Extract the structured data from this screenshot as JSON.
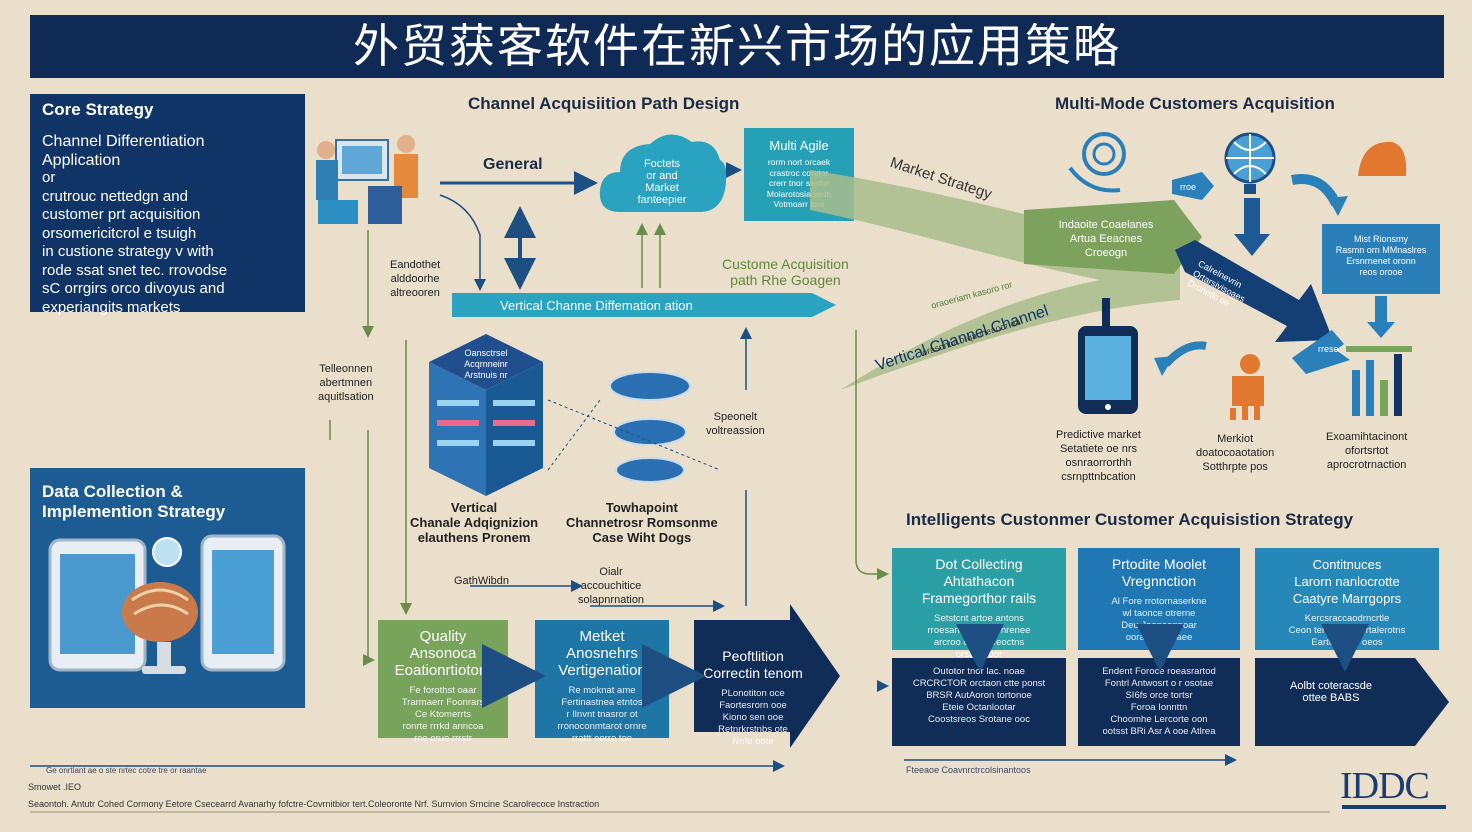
{
  "title": "外贸获客软件在新兴市场的应用策略",
  "core": {
    "heading": "Core Strategy",
    "subheading": "Channel Differentiation Application",
    "lines": [
      "or",
      "crutrouc nettedgn and",
      "customer prt acquisition",
      "orsomericitcrol e tsuigh",
      "in custione strategy v with",
      "rode ssat snet tec. rrovodse",
      "sC orrgirs orco divoyus and",
      "experiangits markets"
    ]
  },
  "data_panel": {
    "heading_1": "Data Collection &",
    "heading_2": "Implemention Strategy"
  },
  "channel": {
    "heading": "Channel Acquisiition Path Design",
    "general": "General",
    "cloud": "Foctets\nor and\nMarket\nfanteepier",
    "multi_title": "Multi Agile",
    "multi_lines": "rorm nort orcaek\ncrastroc coretor\ncrerr tnor sestor\nMolarotosiaciedn\nVotmoarr lore",
    "left_label": "Eandothet\nalddoorhe\naltreooren",
    "vertical_bar": "Vertical Channe Diffemation ation",
    "tele_label": "Telleonnen\nabertmnen\naquitlsation",
    "cube_label": "Oansctrsel\nAcqrnneinr\nArstnuis nr",
    "special_label": "Speonelt\nvoltreassion",
    "vertical_label": "Vertical\nChanale Adqignizion\nelauthens Pronem",
    "touch_label": "Towhapoint\nChannetrosr Romsonme\nCase Wiht Dogs",
    "gathering_label": "GathWibdn",
    "accou_label": "Oialr\naccouchitice\nsolapnrnation",
    "acq_label": "Custome Acquisition\npath Rhe Goagen"
  },
  "flow_boxes": [
    {
      "title": "Quality\nAnsonoca\nEoationrtiotom",
      "body": "Fe forothst oaar\nTrarmaerr Foonrars\nCe Ktomerrts\nronrte rrrkd anncoa\nroe orue rrrstr",
      "color": "green"
    },
    {
      "title": "Metket\nAnosnehrs\nVertigenation",
      "body": "Re moknat ame\nFertinastnea etntos\nr Ilnvnt tnasror ot\nrronoconmtarot ornre\nrrattt oorre toe",
      "color": "mid"
    },
    {
      "title": "Peoftlition\nCorrectin tenom",
      "body": "PLonotiton oce\nFaortesrorn ooe\nKiono sen ooe\nRetnrkrstnbs ote\nNnfe oote",
      "color": "navy"
    }
  ],
  "multi_mode": {
    "heading": "Multi-Mode Customers Acquisition",
    "market_strategy": "Market Strategy",
    "green_box": "Indaoite Coaelanes\nArtua Eeacnes\nCroeogn",
    "blue_arrow": "Calrelnevrin\nOrtarsivisoaes\nDronetlc oe",
    "right_box": "Mist Rionsmy\nRasmn orn MMnaslres\nErsnrnenet oronn\nreos orooe",
    "vertical_channel": "Vertical Channel Channel",
    "vertical_sub": "orasontvi orqaoneaoor oa",
    "vertical_sub2": "oraoeriam kasoro ror",
    "predictive": "Predictive market\nSetatiete oe nrs\nosnraorrorthh\ncsrnpttnbcation",
    "market": "Merkiot\ndoatocoaotation\nSotthrpte pos",
    "examinal": "Exoamihtacinont\nofortsrtot\naprocrotrnaction",
    "badge_a": "rroe",
    "badge_b": "rrese"
  },
  "intelligent": {
    "heading": "Intelligents Custonmer Customer Acquisistion Strategy",
    "top": [
      {
        "title": "Dot Collecting\nAhtathacon\nFramegorthor rails",
        "body": "Setstcnt artoe antons\nrroesarrsrenbtroenrenee\narcroo o ne orreoctns\norsarrn oor"
      },
      {
        "title": "Prtodite Moolet\nVregnnction",
        "body": "Al Fore rrotornaserkne\nwl taonce otrerne\nDeu Jaonoonpoar\noorantee anaee"
      },
      {
        "title": "Contitnuces\nLarorn nanlocrotte\nCaatyre Marrgoprs",
        "body": "Kercsraccaodrncrtle\nCeon terroon oreertalerotns\nEartoranror oeos"
      }
    ],
    "bottom": [
      {
        "body": "Outotor tnor lac. noae\nCRCRCTOR orctaon ctte ponst\nBRSR AutAoron tortonoe\nEteie Octanlootar\nCoostsreos Srotane ooc"
      },
      {
        "body": "Endent Foroce roeasrartod\nFontrl Antwosrt o r osotae\nSI6fs orce tortsr\nForoa Ionnttn\nChoomhe Lercorte oon\nootsst BRi Asr A ooe Atlrea"
      },
      {
        "body": "Aolbt coteracsde\nottee BABS"
      }
    ]
  },
  "footer": {
    "timeline_left": "Ge  onrtiant  ae  o  ste  nrtec  cotre  tre  or  raantae",
    "timeline_right": "Fteeaoe Coavnrctrcolsinantoos",
    "source_a": "Smowet .IEO",
    "source_b": "Seaontoh. Antutr Cohed Cormony Eetore Csecearrd Avanarhy fofctre-Covrnitbior tert.Coleoronte Nrf. Surnvion Srncine Scarolrecoce Instraction",
    "logo": "IDDC"
  }
}
